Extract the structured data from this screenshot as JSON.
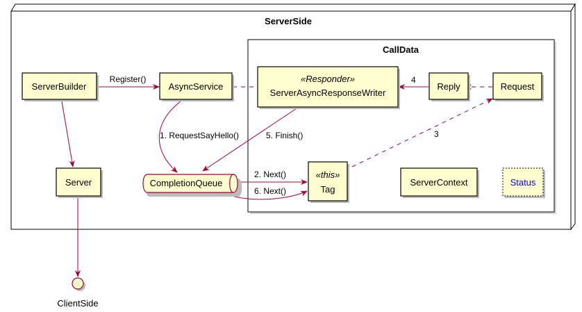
{
  "diagram": {
    "frames": {
      "server_side": "ServerSide",
      "call_data": "CallData"
    },
    "nodes": {
      "server_builder": "ServerBuilder",
      "async_service": "AsyncService",
      "responder_stereotype": "«Responder»",
      "responder": "ServerAsyncResponseWriter",
      "reply": "Reply",
      "request": "Request",
      "server": "Server",
      "completion_queue": "CompletionQueue",
      "tag_stereotype": "«this»",
      "tag": "Tag",
      "server_context": "ServerContext",
      "status": "Status",
      "client_side": "ClientSide"
    },
    "edges": {
      "register": "Register()",
      "request_say_hello": "1. RequestSayHello()",
      "finish": "5. Finish()",
      "next_2": "2. Next()",
      "next_6": "6. Next()",
      "four": "4",
      "three": "3"
    },
    "colors": {
      "node_fill": "#FEFECE",
      "node_stroke": "#000000",
      "arrow": "#A80036",
      "status_text": "#0000FF",
      "shadow": "#BBBBBB"
    }
  }
}
